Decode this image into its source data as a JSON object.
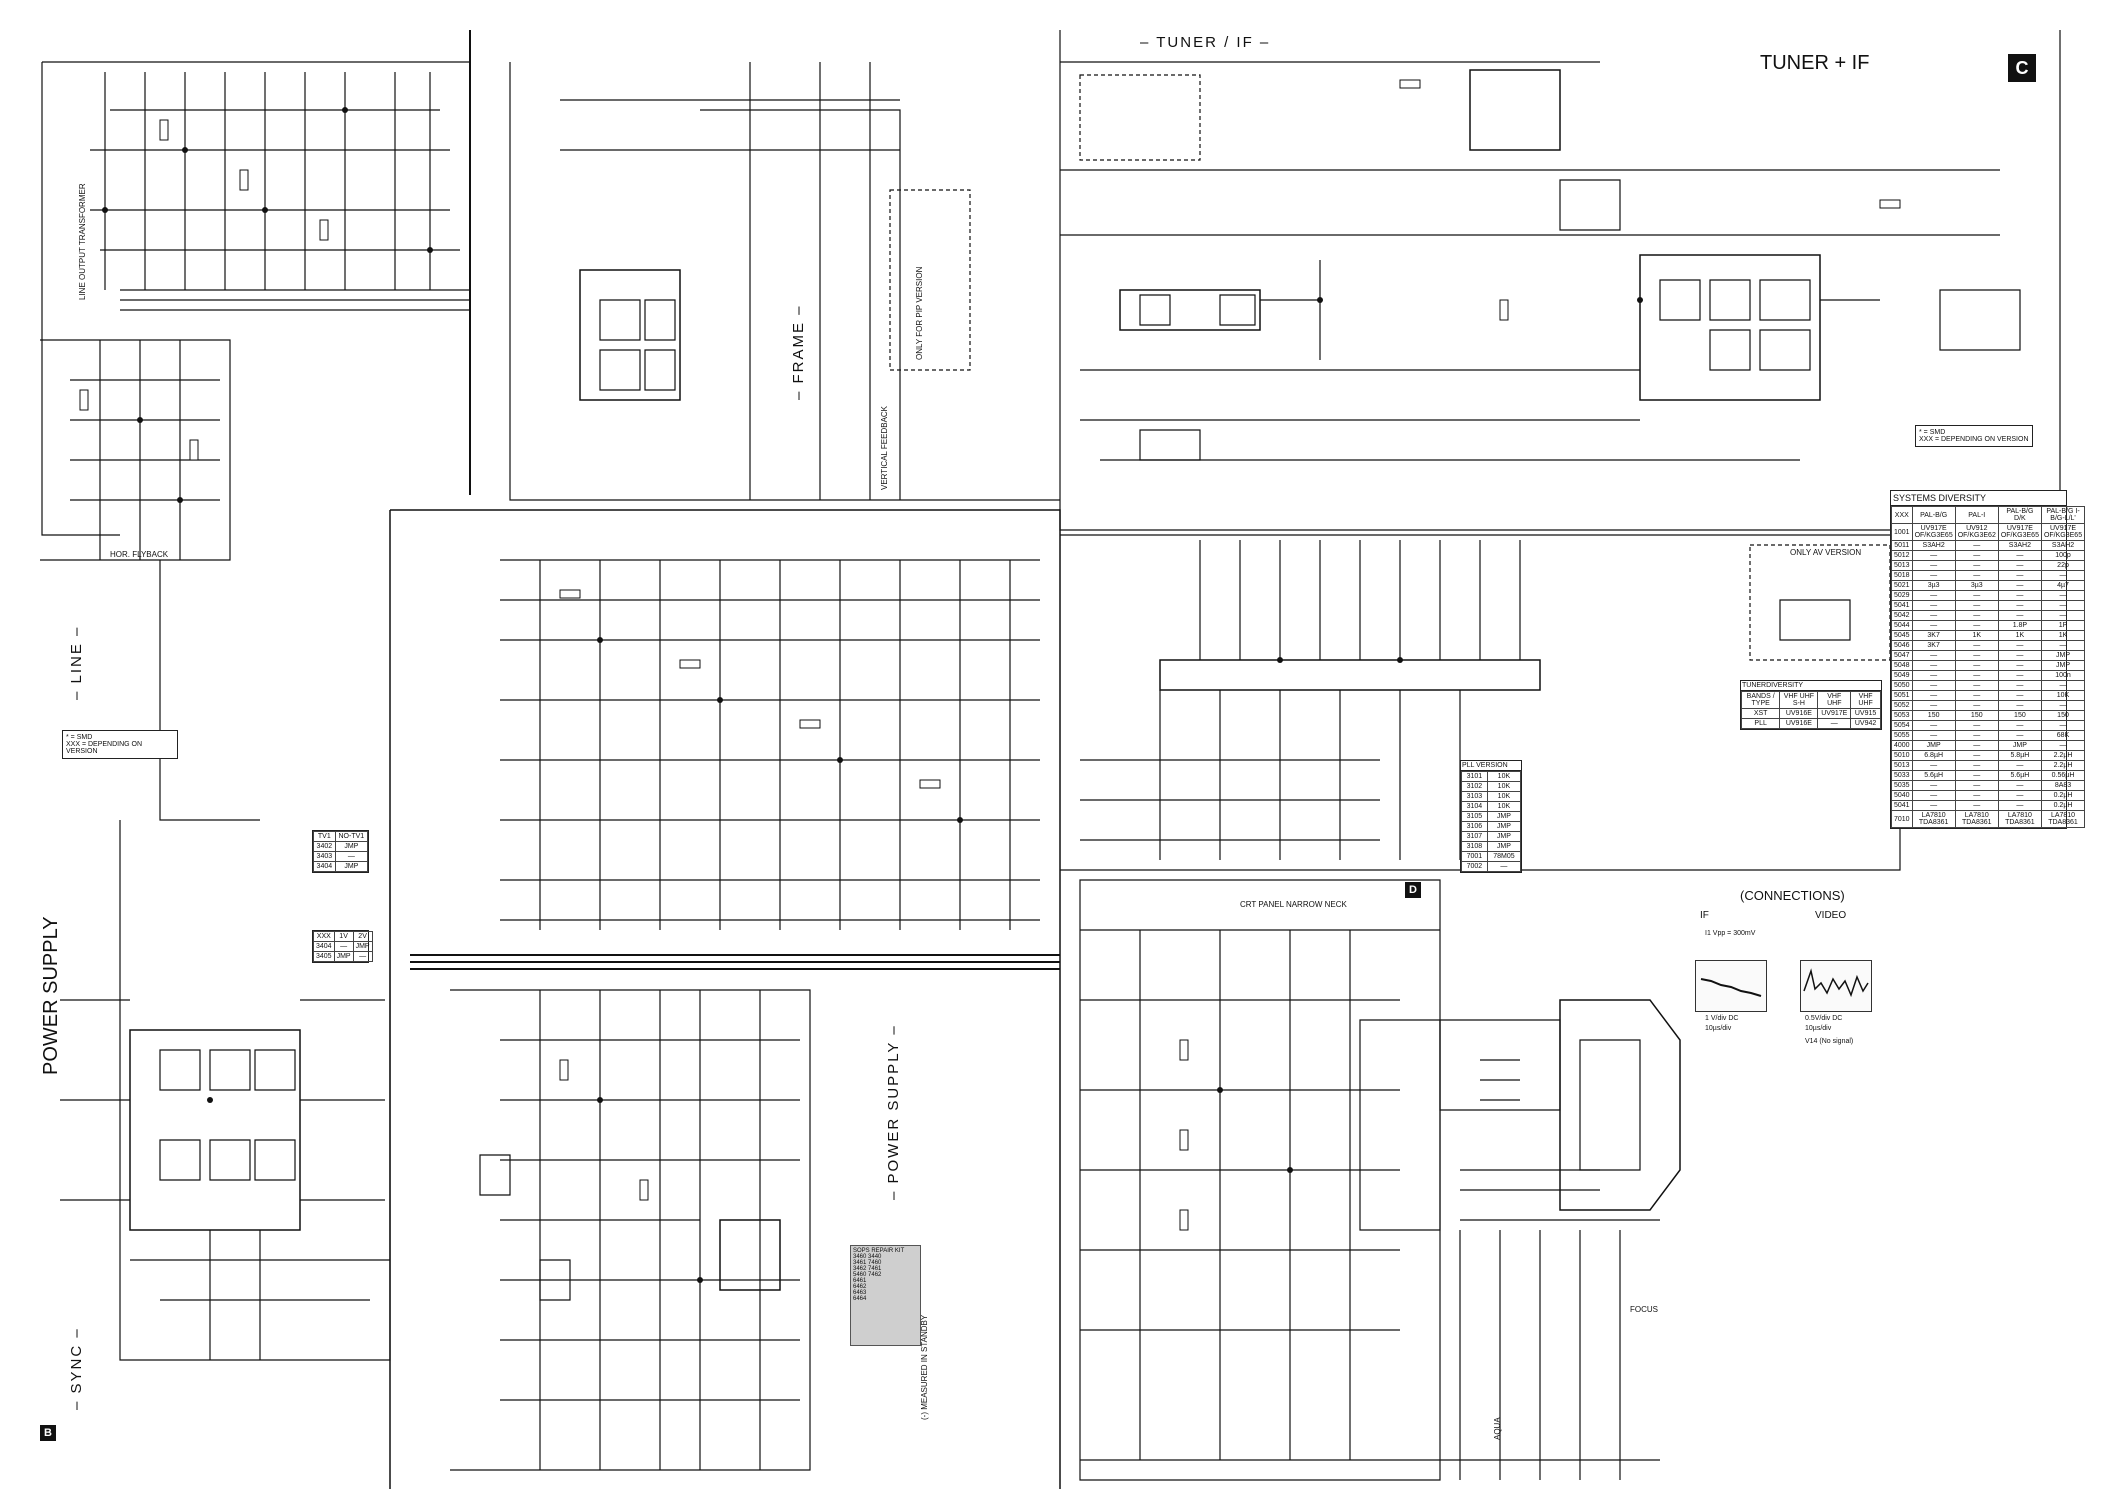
{
  "sheet": {
    "section_power_supply_left": "POWER SUPPLY",
    "section_power_supply_mid": "– POWER SUPPLY –",
    "section_line": "– LINE –",
    "section_sync": "– SYNC –",
    "section_frame": "– FRAME –",
    "section_tuner_if": "– TUNER / IF –",
    "tuner_if_title": "TUNER + IF",
    "corner_c": "C",
    "corner_b": "B",
    "corner_d": "D",
    "connections_title": "(CONNECTIONS)",
    "if_label": "IF",
    "video_label": "VIDEO",
    "crt_panel": "CRT PANEL NARROW NECK",
    "only_av_version": "ONLY AV VERSION",
    "only_pip_version": "ONLY FOR PIP VERSION",
    "scan_note": "(-) MEASURED IN STANDBY",
    "line_output_transformer": "LINE OUTPUT TRANSFORMER",
    "vertical_feedback": "VERTICAL FEEDBACK",
    "hor_flyback": "HOR. FLYBACK",
    "focus": "FOCUS",
    "aqua": "AQUA",
    "if_values": [
      "I1 Vpp = 300mV",
      "1 V/div DC",
      "10µs/div"
    ],
    "video_values": [
      "0.5V/div DC",
      "10µs/div",
      "V14 (No signal)"
    ],
    "legend_top": [
      "* = SMD",
      "XXX = DEPENDING ON VERSION"
    ]
  },
  "systems_diversity": {
    "title": "SYSTEMS DIVERSITY",
    "headers": [
      "XXX",
      "PAL-B/G",
      "PAL-I",
      "PAL-B/G D/K",
      "PAL-B/G I-B/G-L/L'"
    ],
    "rows": [
      [
        "1001",
        "UV917E OF/KG3E65",
        "UV912 OF/KG3E62",
        "UV917E OF/KG3E65",
        "UV917E OF/KG3E65"
      ],
      [
        "5011",
        "S3AH2",
        "—",
        "S3AH2",
        "S3AH2"
      ],
      [
        "5012",
        "—",
        "—",
        "—",
        "100p"
      ],
      [
        "5013",
        "—",
        "—",
        "—",
        "22p"
      ],
      [
        "5018",
        "—",
        "—",
        "—",
        "—"
      ],
      [
        "5021",
        "3µ3",
        "3µ3",
        "—",
        "4µ7"
      ],
      [
        "5029",
        "—",
        "—",
        "—",
        "—"
      ],
      [
        "5041",
        "—",
        "—",
        "—",
        "—"
      ],
      [
        "5042",
        "—",
        "—",
        "—",
        "—"
      ],
      [
        "5044",
        "—",
        "—",
        "1.8P",
        "1P"
      ],
      [
        "5045",
        "3K7",
        "1K",
        "1K",
        "1K"
      ],
      [
        "5046",
        "3K7",
        "—",
        "—",
        "—"
      ],
      [
        "5047",
        "—",
        "—",
        "—",
        "JMP"
      ],
      [
        "5048",
        "—",
        "—",
        "—",
        "JMP"
      ],
      [
        "5049",
        "—",
        "—",
        "—",
        "100n"
      ],
      [
        "5050",
        "—",
        "—",
        "—",
        "—"
      ],
      [
        "5051",
        "—",
        "—",
        "—",
        "10K"
      ],
      [
        "5052",
        "—",
        "—",
        "—",
        "—"
      ],
      [
        "5053",
        "150",
        "150",
        "150",
        "150"
      ],
      [
        "5054",
        "—",
        "—",
        "—",
        "—"
      ],
      [
        "5055",
        "—",
        "—",
        "—",
        "68K"
      ],
      [
        "4000",
        "JMP",
        "—",
        "JMP",
        "—"
      ],
      [
        "5010",
        "6.8µH",
        "—",
        "5.8µH",
        "2.2µH"
      ],
      [
        "5013",
        "—",
        "—",
        "—",
        "2.2µH"
      ],
      [
        "5033",
        "5.6µH",
        "—",
        "5.6µH",
        "0.56µH"
      ],
      [
        "5035",
        "—",
        "—",
        "—",
        "8A83"
      ],
      [
        "5040",
        "—",
        "—",
        "—",
        "0.2µH"
      ],
      [
        "5041",
        "—",
        "—",
        "—",
        "0.2µH"
      ],
      [
        "7010",
        "LA7810 TDA8361",
        "LA7810 TDA8361",
        "LA7810 TDA8361",
        "LA7810 TDA8361"
      ]
    ]
  },
  "tuner_diversity": {
    "title": "TUNERDIVERSITY",
    "headers": [
      "BANDS / TYPE",
      "VHF UHF S-H",
      "VHF UHF",
      "VHF UHF"
    ],
    "rows": [
      [
        "XST",
        "UV916E",
        "UV917E",
        "UV915"
      ],
      [
        "PLL",
        "UV916E",
        "—",
        "UV942"
      ]
    ]
  },
  "pll_version": {
    "title": "PLL VERSION",
    "rows": [
      [
        "3101",
        "10K"
      ],
      [
        "3102",
        "10K"
      ],
      [
        "3103",
        "10K"
      ],
      [
        "3104",
        "10K"
      ],
      [
        "3105",
        "JMP"
      ],
      [
        "3106",
        "JMP"
      ],
      [
        "3107",
        "JMP"
      ],
      [
        "3108",
        "JMP"
      ],
      [
        "7001",
        "78M05"
      ],
      [
        "7002",
        "—"
      ]
    ]
  },
  "small_table_left": {
    "rows": [
      [
        "TV1",
        "NO-TV1"
      ],
      [
        "3402",
        "JMP"
      ],
      [
        "3403",
        "—"
      ],
      [
        "3404",
        "JMP"
      ]
    ]
  },
  "small_table_left2": {
    "rows": [
      [
        "XXX",
        "1V",
        "2V"
      ],
      [
        "3404",
        "—",
        "JMP"
      ],
      [
        "3405",
        "JMP",
        "—"
      ]
    ]
  },
  "grey_box": {
    "title": "SOPS REPAIR KIT",
    "lines": [
      "3460 3440",
      "3461 7460",
      "3462 7461",
      "5460 7462",
      "6461",
      "6462",
      "6463",
      "6464"
    ]
  }
}
